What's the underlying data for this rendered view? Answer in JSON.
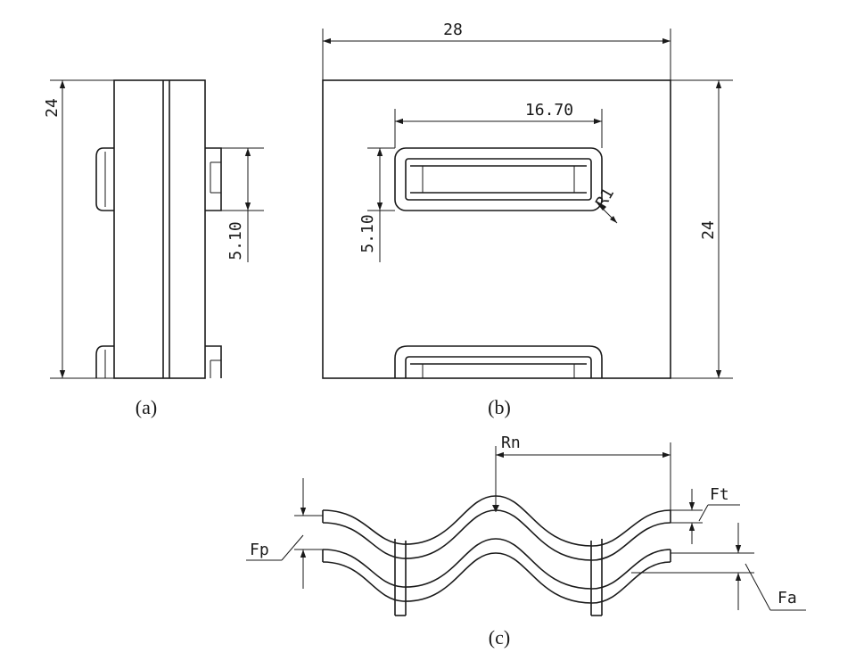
{
  "views": {
    "a": {
      "caption": "(a)",
      "dim_height": "24",
      "dim_slot": "5.10"
    },
    "b": {
      "caption": "(b)",
      "dim_width": "28",
      "dim_height": "24",
      "dim_slot_length": "16.70",
      "dim_slot_width": "5.10",
      "radius_label": "R1"
    },
    "c": {
      "caption": "(c)",
      "label_rn": "Rn",
      "label_ft": "Ft",
      "label_fp": "Fp",
      "label_fa": "Fa"
    }
  }
}
